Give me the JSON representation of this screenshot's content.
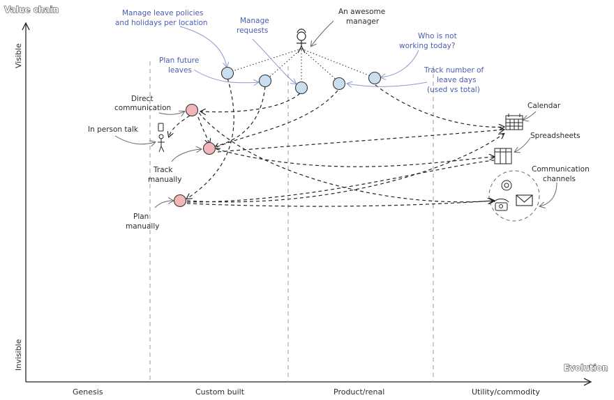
{
  "axes": {
    "y_title": "Value chain",
    "y_top": "Visible",
    "y_bottom": "Invisible",
    "x_title": "Evolution",
    "stages": [
      "Genesis",
      "Custom built",
      "Product/renal",
      "Utility/commodity"
    ]
  },
  "labels": {
    "manager": [
      "An awesome",
      "manager"
    ],
    "policies": [
      "Manage leave policies",
      "and holidays per location"
    ],
    "requests": [
      "Manage",
      "requests"
    ],
    "not_working": [
      "Who is not",
      "working today?"
    ],
    "future_leaves": [
      "Plan future",
      "leaves"
    ],
    "track_days": [
      "Track number of",
      "leave days",
      "(used vs total)"
    ],
    "direct_comm": [
      "Direct",
      "communication"
    ],
    "in_person": "In person talk",
    "track_manually": [
      "Track",
      "manually"
    ],
    "plan_manually": [
      "Plan",
      "manually"
    ],
    "calendar": "Calendar",
    "spreadsheets": "Spreadsheets",
    "comm_channels": [
      "Communication",
      "channels"
    ]
  },
  "colors": {
    "custom_node": "#c9dff0",
    "manual_node": "#f2b5b9",
    "blue_text": "#4a5cae"
  },
  "icons": [
    "person-icon",
    "calendar-icon",
    "spreadsheet-icon",
    "chat-icon",
    "phone-icon",
    "envelope-icon"
  ]
}
